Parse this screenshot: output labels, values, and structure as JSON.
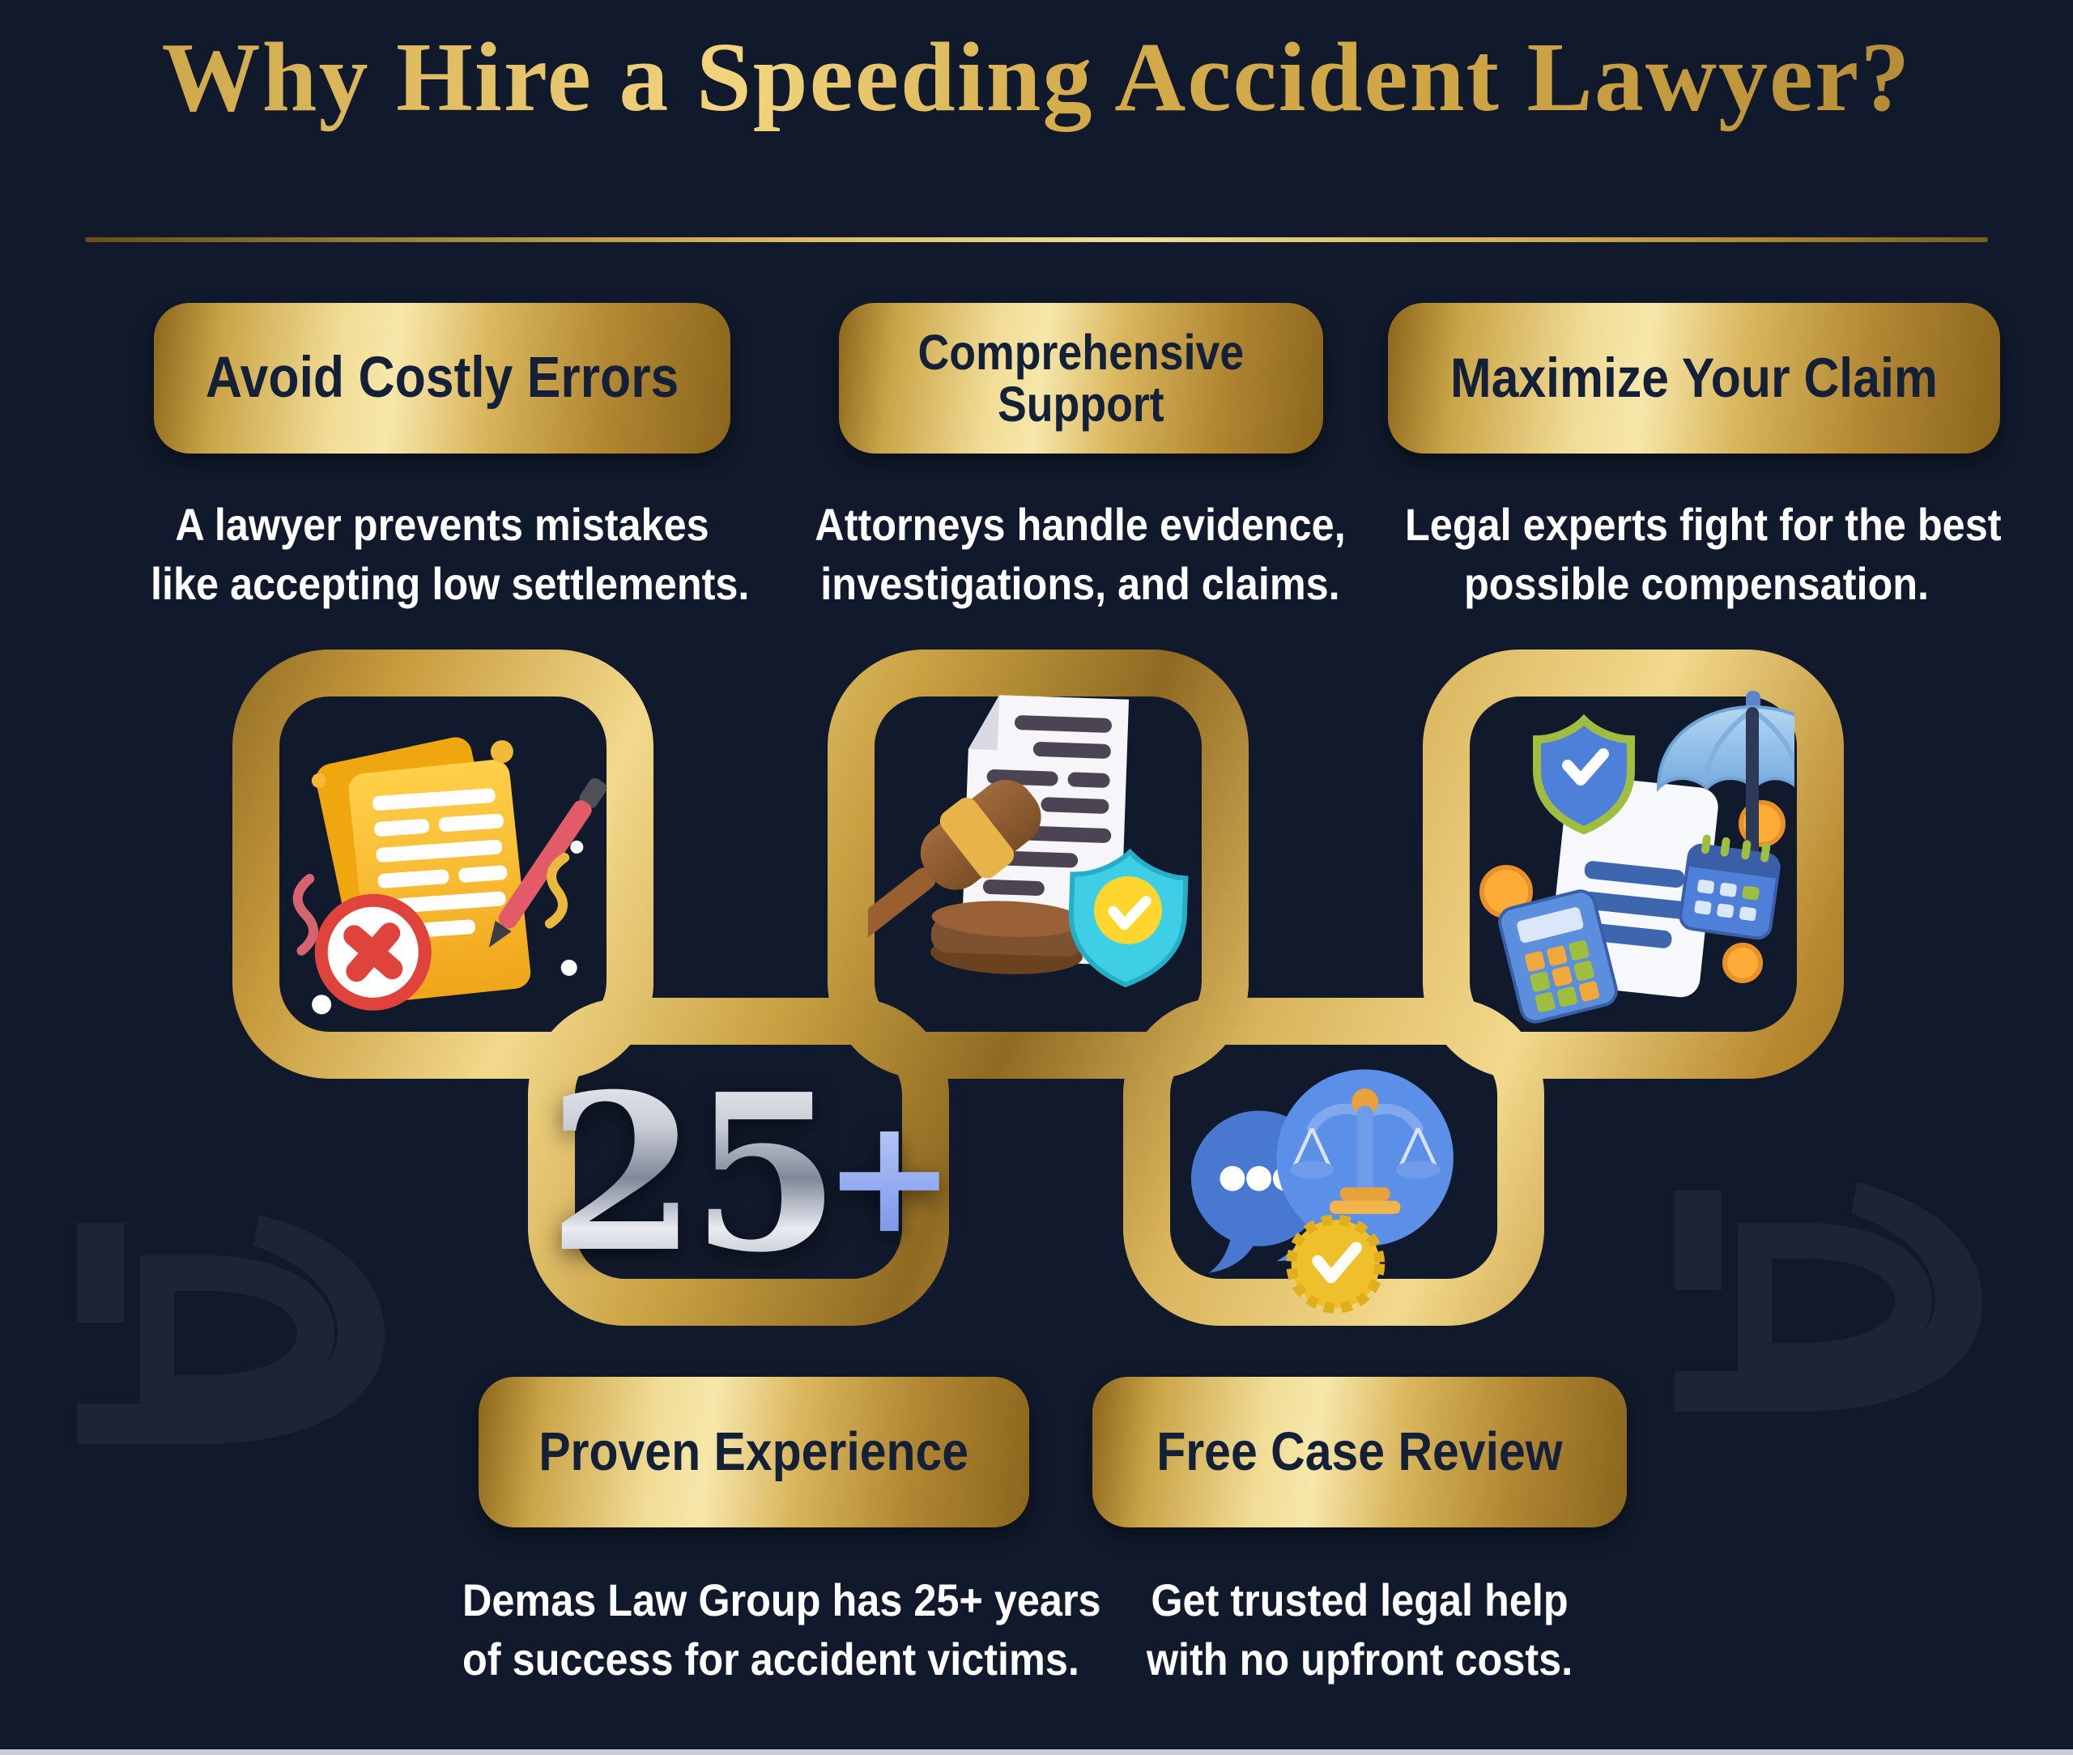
{
  "title": {
    "text": "Why Hire a Speeding Accident Lawyer?"
  },
  "cards_top": [
    {
      "heading": "Avoid Costly Errors",
      "body_line1": "A lawyer prevents mistakes",
      "body_line2": "like accepting low settlements.",
      "icon": "rejected-documents-icon"
    },
    {
      "heading_line1": "Comprehensive",
      "heading_line2": "Support",
      "body_line1": "Attorneys handle evidence,",
      "body_line2": "investigations, and claims.",
      "icon": "gavel-legal-document-icon"
    },
    {
      "heading": "Maximize Your Claim",
      "body_line1": "Legal experts fight for the best",
      "body_line2": "possible compensation.",
      "icon": "insurance-umbrella-policy-icon"
    }
  ],
  "cards_bottom": [
    {
      "heading": "Proven Experience",
      "body_line1": "Demas Law Group has 25+ years",
      "body_line2": "of success for accident victims.",
      "icon": "25-plus-years-badge"
    },
    {
      "heading": "Free Case Review",
      "body_line1": "Get trusted legal help",
      "body_line2": "with no upfront costs.",
      "icon": "legal-consultation-chat-icon"
    }
  ],
  "badge_25": {
    "number": "25",
    "plus": "+"
  },
  "watermark": {
    "name": "demas-law-group-d-logo",
    "count": 2
  },
  "colors": {
    "background": "#111A2C",
    "gold_light": "#F2D98C",
    "gold_mid": "#CAA447",
    "gold_dark": "#8A651C",
    "heading_text": "#132038",
    "body_text": "#FFFFFF",
    "watermark": "#1C2438",
    "bottom_bar": "#C9CCD3",
    "silver": "#C7CBD4",
    "blue_plus": "#94ACF0"
  }
}
